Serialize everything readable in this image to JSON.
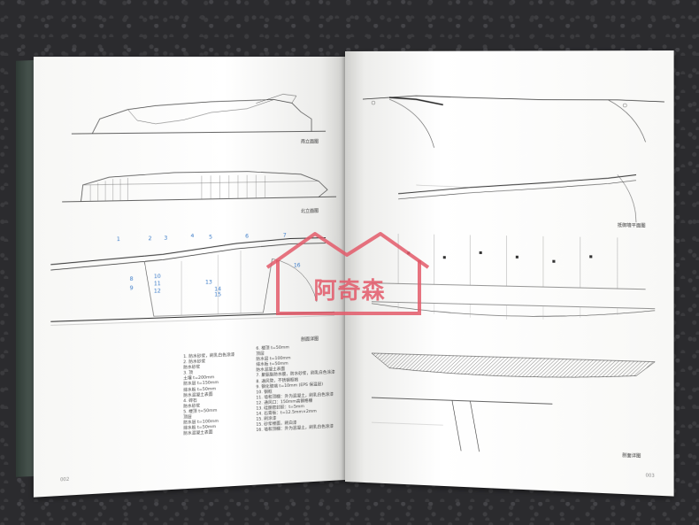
{
  "left_page": {
    "captions": {
      "south_elevation": "南立面图",
      "north_elevation": "北立面图",
      "section": "剖面详图"
    },
    "callouts_top": [
      "1",
      "2",
      "3",
      "4",
      "5",
      "6",
      "7"
    ],
    "callouts_mid": [
      "8",
      "9",
      "10",
      "11",
      "12",
      "13",
      "14",
      "15",
      "16"
    ],
    "legend_col1": [
      "1. 防水砂浆，刷乳白色涂漆",
      "2. 防水砂浆",
      "防水砂浆",
      "3. 顶",
      "土壤 t=200mm",
      "防水层 t=150mm",
      "排水板 t=50mm",
      "防水混凝土表面",
      "4. 碎石",
      "防水砂浆",
      "5. 楼顶 t=50mm",
      "顶层",
      "防水层 t=100mm",
      "排水板 t=50mm",
      "防水混凝土表面"
    ],
    "legend_col2": [
      "6. 楼顶 t=50mm",
      "顶层",
      "防水层 t=100mm",
      "排水板 t=50mm",
      "防水混凝土表面",
      "7. 聚氨酯防水膜，防水砂浆，刷乳白色涂漆",
      "8. 通风管，不锈钢框格",
      "9. 钢化玻璃 t=10mm (EPS 保温层)",
      "10. 钢框",
      "11. 墙和顶棚：外为混凝土，刷乳白色涂漆",
      "12. 通风口：150mm高钢格栅",
      "13. 硅酮密封胶：t=5mm",
      "14. 石膏板：t=12.5mm×2mm",
      "15. 刷涂漆",
      "15. 砂浆楼面，刷白漆",
      "16. 墙和顶棚：外为混凝土，刷乳白色涂漆"
    ],
    "page_number": "002"
  },
  "right_page": {
    "captions": {
      "plan_detail": "抵御墙平面图",
      "section_detail": "剖面详图"
    },
    "page_number": "003"
  },
  "watermark": {
    "text": "阿奇森",
    "color": "#e35a6a"
  }
}
